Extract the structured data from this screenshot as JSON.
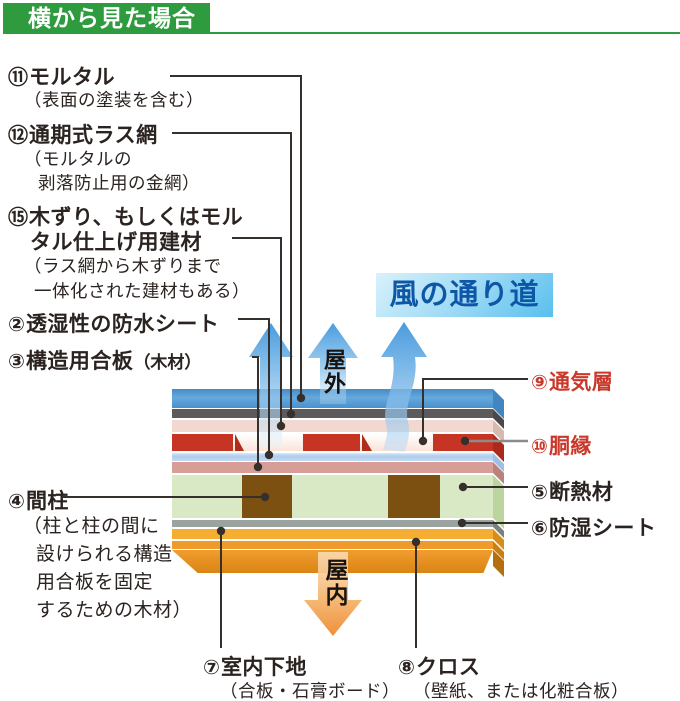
{
  "header": {
    "title": "横から見た場合"
  },
  "wind_path_label": "風の通り道",
  "outdoor_label": "屋外",
  "indoor_label": "屋内",
  "labels_left": [
    {
      "num": "⑪",
      "title": "モルタル",
      "sub_lines": [
        "（表面の塗装を含む）"
      ]
    },
    {
      "num": "⑫",
      "title": "通期式ラス網",
      "sub_lines": [
        "（モルタルの",
        "剥落防止用の金網）"
      ]
    },
    {
      "num": "⑮",
      "title_lines": [
        "木ずり、もしくはモル",
        "タル仕上げ用建材"
      ],
      "sub_lines": [
        "（ラス網から木ずりまで",
        "一体化された建材もある）"
      ]
    },
    {
      "num": "②",
      "title": "透湿性の防水シート"
    },
    {
      "num": "③",
      "title": "構造用合板",
      "note": "（木材）"
    },
    {
      "num": "④",
      "title": "間柱",
      "sub_lines": [
        "（柱と柱の間に",
        "設けられる構造",
        "用合板を固定",
        "するための木材）"
      ]
    }
  ],
  "labels_right": [
    {
      "num": "⑨",
      "title": "通気層"
    },
    {
      "num": "⑩",
      "title": "胴縁"
    },
    {
      "num": "⑤",
      "title": "断熱材"
    },
    {
      "num": "⑥",
      "title": "防湿シート"
    }
  ],
  "labels_bottom": [
    {
      "num": "⑦",
      "title": "室内下地",
      "sub": "（合板・石膏ボード）"
    },
    {
      "num": "⑧",
      "title": "クロス",
      "sub": "（壁紙、または化粧合板）"
    }
  ],
  "colors": {
    "header_green": "#2e9b3e",
    "label_red": "#c9392b",
    "wind_text_blue": "#0e56a6",
    "mortar_blue": "#4e95d1",
    "lath_gray": "#5d5a5b",
    "kizuri_pink": "#f1d8d0",
    "furring_red": "#c63524",
    "sheet_lightblue": "#aecdee",
    "plywood_salmon": "#d79e97",
    "insulation_green": "#d9e9c5",
    "stud_brown": "#7b5011",
    "vapor_gray": "#9aa3a0",
    "interior_orange": "#f6ae32"
  }
}
